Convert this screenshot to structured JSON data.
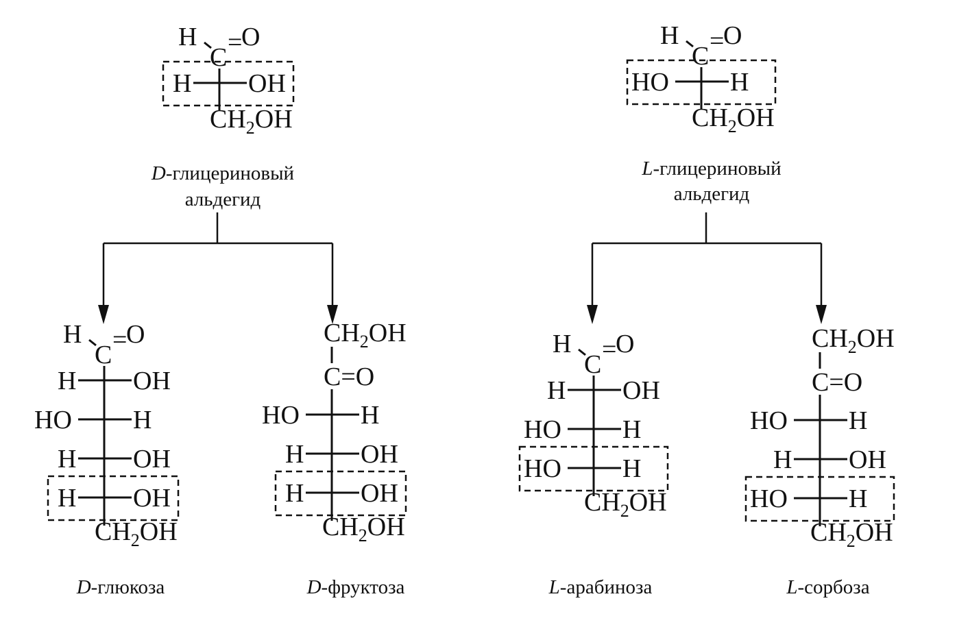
{
  "molecules": [
    {
      "id": "d-glyceraldehyde",
      "caption": [
        "D-глицериновый",
        "альдегид"
      ]
    },
    {
      "id": "l-glyceraldehyde",
      "caption": [
        "L-глицериновый",
        "альдегид"
      ]
    },
    {
      "id": "d-glucose",
      "caption": [
        "D-глюкоза"
      ]
    },
    {
      "id": "d-fructose",
      "caption": [
        "D-фруктоза"
      ]
    },
    {
      "id": "l-arabinose",
      "caption": [
        "L-арабиноза"
      ]
    },
    {
      "id": "l-sorbose",
      "caption": [
        "L-сорбоза"
      ]
    }
  ],
  "labels": {
    "aldehyde_h": "H",
    "aldehyde_c": "C",
    "aldehyde_eq": "=",
    "aldehyde_o": "O",
    "keto": "C=O",
    "h": "H",
    "oh": "OH",
    "ho": "HO",
    "ch2oh_ch": "CH",
    "ch2oh_sub": "2",
    "ch2oh_oh": "OH"
  }
}
